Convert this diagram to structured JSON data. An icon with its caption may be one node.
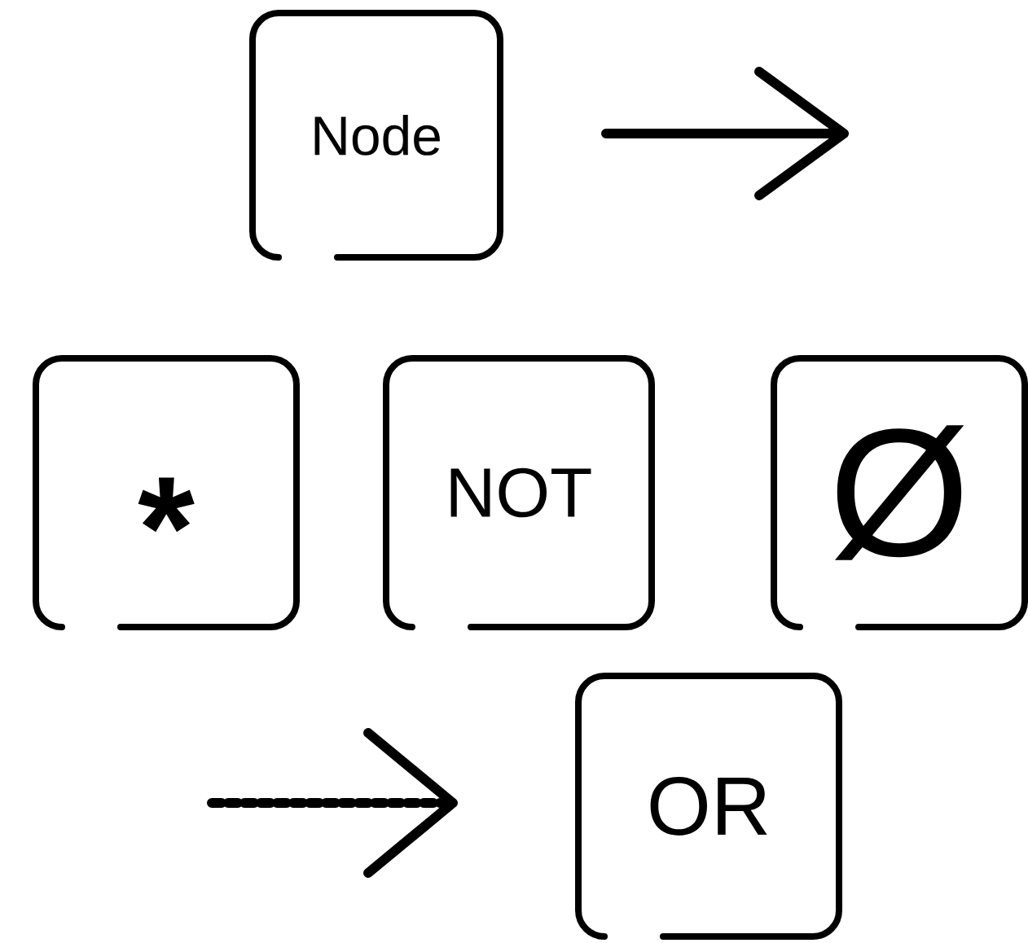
{
  "diagram": {
    "nodes": [
      {
        "text": [
          "Node"
        ]
      },
      {
        "text": [
          "*"
        ]
      },
      {
        "text": [
          "NOT"
        ]
      },
      {
        "text": [
          "Ø"
        ]
      },
      {
        "text": [
          "OR"
        ]
      }
    ]
  }
}
